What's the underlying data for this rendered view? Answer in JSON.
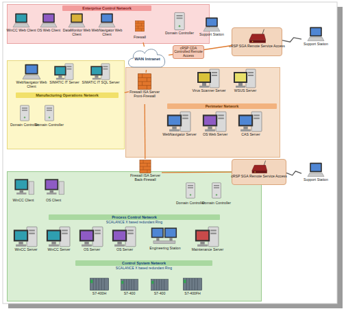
{
  "diagram": {
    "nodes": [
      {
        "text": [
          "Enterprise Control Network"
        ]
      },
      {
        "text": [
          "WinCC Web Client"
        ],
        "in": 0
      },
      {
        "text": [
          "OS Web Client"
        ],
        "in": 0
      },
      {
        "text": [
          "DataMonitor Web Client"
        ],
        "in": 0
      },
      {
        "text": [
          "WebNavigator Web Client"
        ],
        "in": 0
      },
      {
        "text": [
          "Firewall"
        ],
        "in": 0
      },
      {
        "text": [
          "Domain Controller"
        ],
        "in": 0
      },
      {
        "text": [
          "Support Station"
        ]
      },
      {
        "text": [
          "cRSP SGA Remote Service Access"
        ]
      },
      {
        "text": [
          "Support Station"
        ]
      },
      {
        "text": [
          "WAN Intranet"
        ]
      },
      {
        "text": [
          "cRSP CDA Controlled Remote Access"
        ]
      },
      {
        "text": [
          "Manufacturing Operations Network"
        ]
      },
      {
        "text": [
          "WebNavigator Web Client"
        ],
        "in": 12
      },
      {
        "text": [
          "SIMATIC IT Server"
        ],
        "in": 12
      },
      {
        "text": [
          "SIMATIC IT SQL Server"
        ],
        "in": 12
      },
      {
        "text": [
          "Domain Controller"
        ],
        "in": 12
      },
      {
        "text": [
          "Domain Controller"
        ],
        "in": 12
      },
      {
        "text": [
          "Perimeter Network"
        ]
      },
      {
        "text": [
          "Firewall ISA Server Front-Firewall"
        ],
        "in": 18
      },
      {
        "text": [
          "Virus Scanner Server"
        ],
        "in": 18
      },
      {
        "text": [
          "WSUS Server"
        ],
        "in": 18
      },
      {
        "text": [
          "WebNavigator Server"
        ],
        "in": 18
      },
      {
        "text": [
          "OS Web Server"
        ],
        "in": 18
      },
      {
        "text": [
          "CAS Server"
        ],
        "in": 18
      },
      {
        "text": [
          "Firewall ISA Server Back-Firewall"
        ]
      },
      {
        "text": [
          "cRSP SGA Remote Service Access"
        ]
      },
      {
        "text": [
          "Support Station"
        ]
      },
      {
        "text": [
          "Process Control Network",
          "SCALANCE X based redundant Ring"
        ]
      },
      {
        "text": [
          "WinCC Client"
        ],
        "in": 28
      },
      {
        "text": [
          "OS Client"
        ],
        "in": 28
      },
      {
        "text": [
          "Domain Controller"
        ],
        "in": 28
      },
      {
        "text": [
          "Domain Controller"
        ],
        "in": 28
      },
      {
        "text": [
          "WinCC Server"
        ],
        "in": 28
      },
      {
        "text": [
          "WinCC Server"
        ],
        "in": 28
      },
      {
        "text": [
          "OS Server"
        ],
        "in": 28
      },
      {
        "text": [
          "OS Server"
        ],
        "in": 28
      },
      {
        "text": [
          "Engineering Station"
        ],
        "in": 28
      },
      {
        "text": [
          "Maintenance Server"
        ],
        "in": 28
      },
      {
        "text": [
          "Control System Network",
          "SCALANCE X based redundant Ring"
        ],
        "in": 28
      },
      {
        "text": [
          "S7-400H"
        ],
        "in": 28
      },
      {
        "text": [
          "S7-400"
        ],
        "in": 28
      },
      {
        "text": [
          "S7-400"
        ],
        "in": 28
      },
      {
        "text": [
          "S7-400FH"
        ],
        "in": 28
      }
    ],
    "edges": [
      {
        "from": 5,
        "to": 10,
        "arrow": "none"
      },
      {
        "from": 10,
        "to": 11,
        "arrow": "none"
      },
      {
        "from": 11,
        "to": 8,
        "arrow": "none"
      },
      {
        "from": 8,
        "to": 9,
        "arrow": "none"
      },
      {
        "from": 10,
        "to": 19,
        "arrow": "none"
      },
      {
        "from": 19,
        "to": 12,
        "arrow": "none"
      },
      {
        "from": 19,
        "to": 25,
        "arrow": "none"
      },
      {
        "from": 25,
        "to": 26,
        "arrow": "none"
      },
      {
        "from": 26,
        "to": 27,
        "arrow": "none"
      }
    ]
  }
}
